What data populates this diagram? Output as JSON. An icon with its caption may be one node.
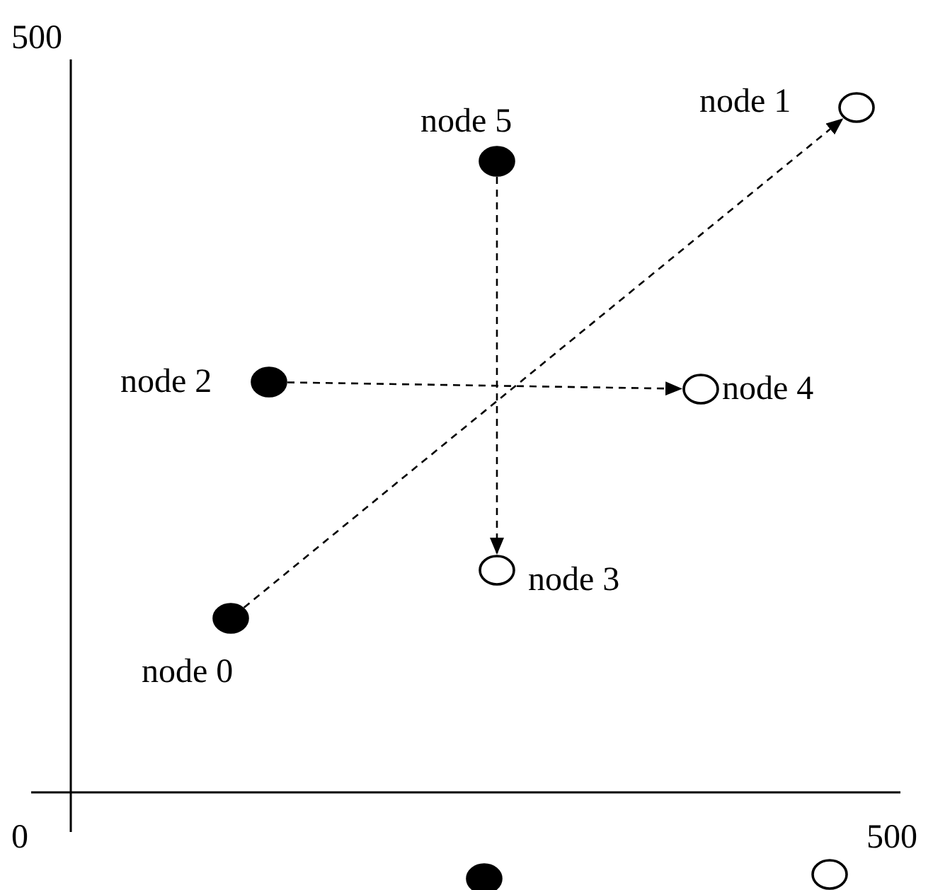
{
  "diagram": {
    "nodes": [
      {
        "text": [],
        "shape": "circle",
        "beside": [
          "node 1"
        ]
      },
      {
        "text": [],
        "shape": "circle",
        "beside": [
          "node 5"
        ]
      },
      {
        "text": [],
        "shape": "circle",
        "beside": [
          "node 2"
        ]
      },
      {
        "text": [],
        "shape": "circle",
        "beside": [
          "node 4"
        ]
      },
      {
        "text": [],
        "shape": "circle",
        "beside": [
          "node 3"
        ]
      },
      {
        "text": [],
        "shape": "circle",
        "beside": [
          "node 0"
        ]
      },
      {
        "text": [],
        "shape": "circle"
      },
      {
        "text": [],
        "shape": "circle"
      }
    ],
    "edges": [
      {
        "from": 5,
        "to": 0,
        "arrow": "to",
        "style": "dashed"
      },
      {
        "from": 2,
        "to": 3,
        "arrow": "to",
        "style": "dashed"
      },
      {
        "from": 1,
        "to": 4,
        "arrow": "to",
        "style": "dashed"
      }
    ],
    "labels": [
      "500",
      "0",
      "500"
    ]
  }
}
